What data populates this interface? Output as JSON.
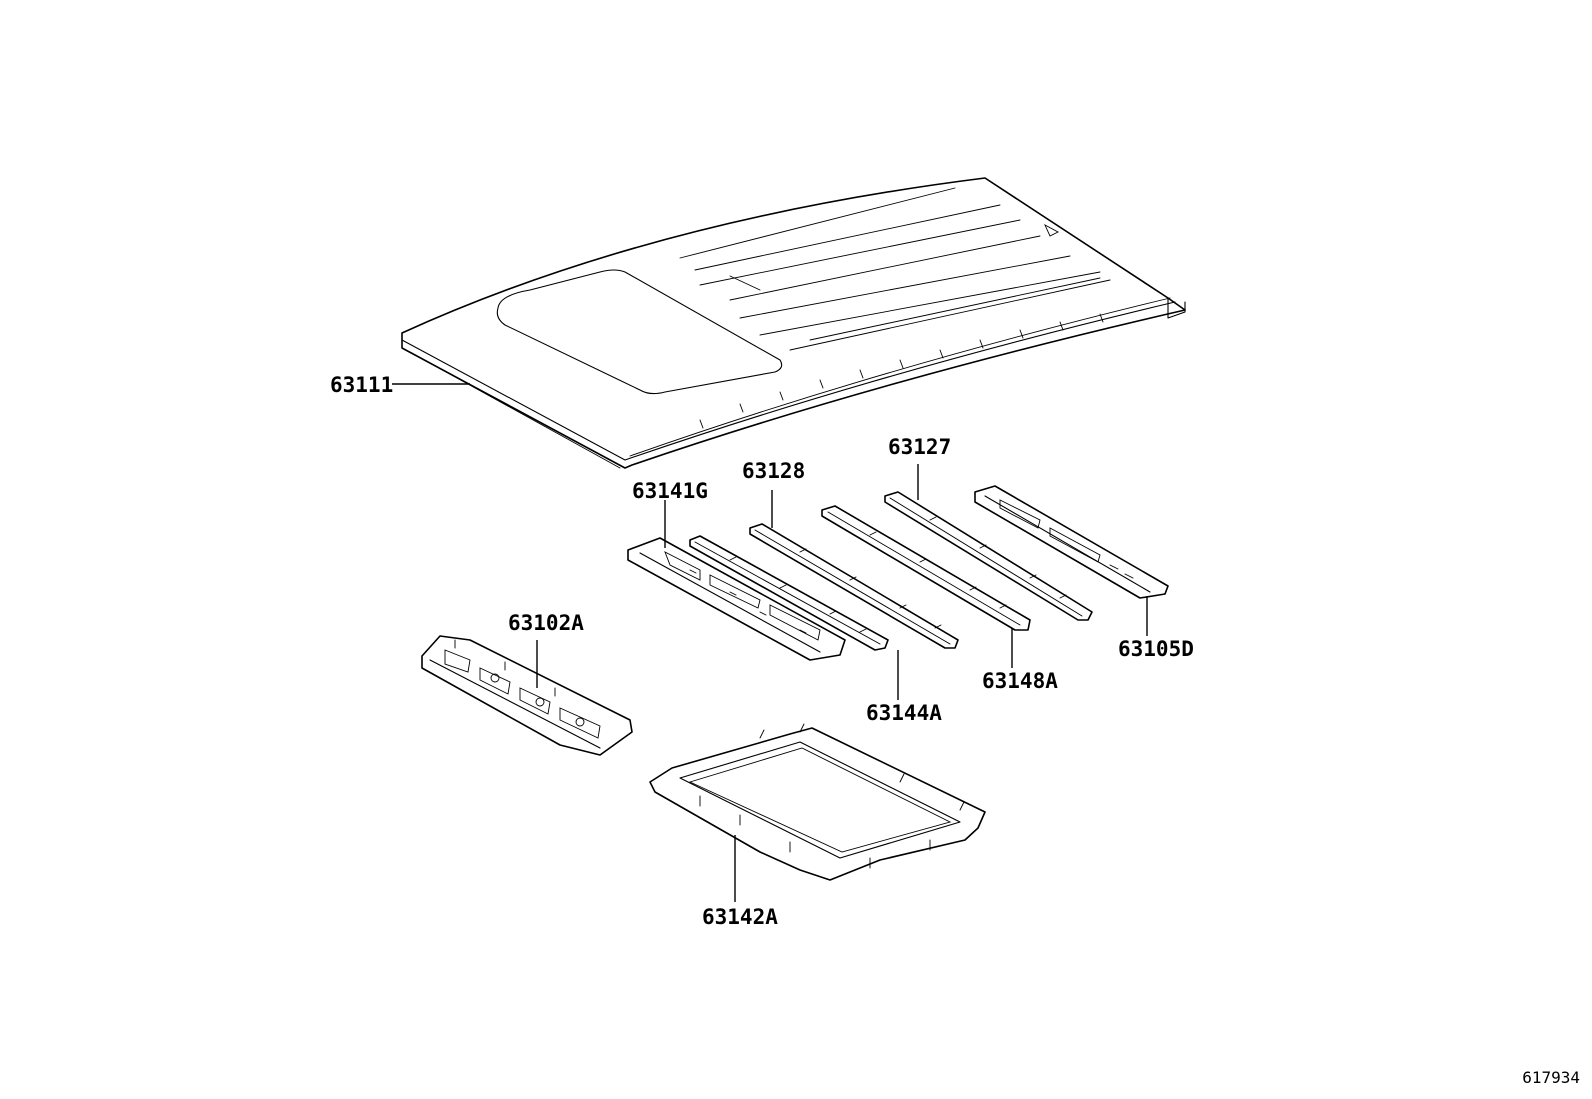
{
  "diagram_id": "617934",
  "parts": {
    "roof_panel": "63111",
    "cross_bow_front": "63141G",
    "cross_bow_2": "63144A",
    "cross_bow_3": "63128",
    "cross_bow_4": "63148A",
    "cross_bow_5": "63127",
    "rear_header": "63105D",
    "front_header": "63102A",
    "sunroof_frame": "63142A"
  }
}
